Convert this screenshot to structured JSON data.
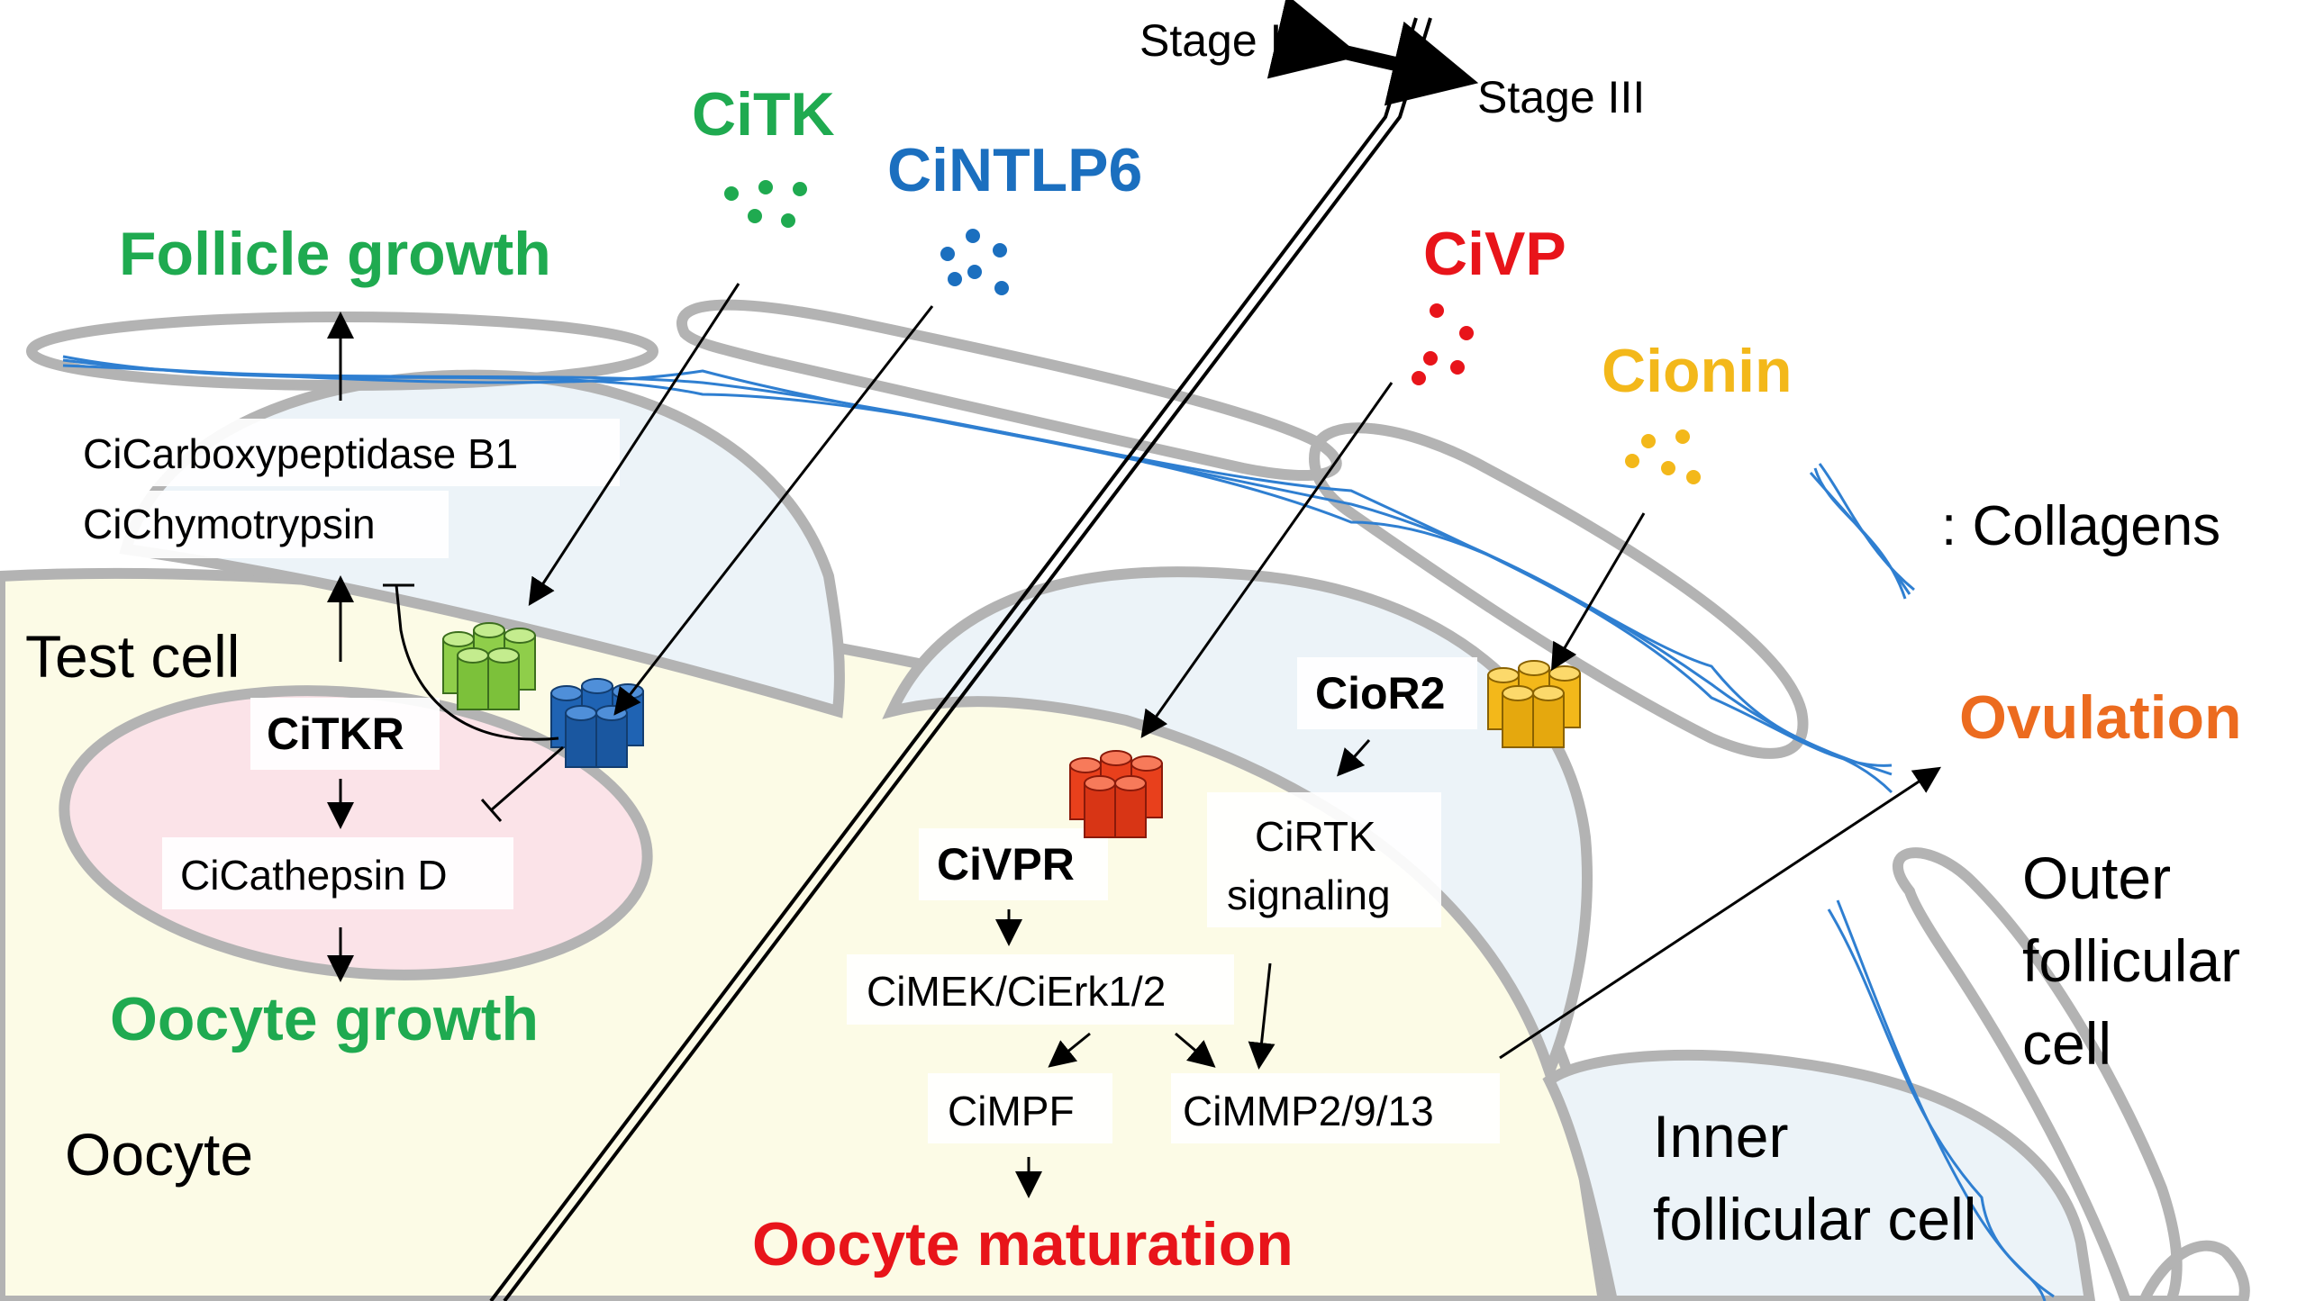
{
  "colors": {
    "green": "#1faa50",
    "blue": "#1b6fbf",
    "red": "#e8141a",
    "yellow": "#f3b81a",
    "orange": "#ec6b1f",
    "membrane": "#b3b3b3",
    "oocyte_fill": "#fcfbe6",
    "testcell_fill": "#fbe3e8",
    "follicular_fill": "#ecf3f8",
    "collagen": "#2f7fd1"
  },
  "stages": {
    "left": "Stage II",
    "right": "Stage III"
  },
  "ligands": {
    "citk": "CiTK",
    "cintlp6": "CiNTLP6",
    "civp": "CiVP",
    "cionin": "Cionin"
  },
  "legend": {
    "collagens": ": Collagens"
  },
  "outcomes": {
    "follicle_growth": "Follicle growth",
    "oocyte_growth": "Oocyte growth",
    "oocyte_maturation": "Oocyte maturation",
    "ovulation": "Ovulation"
  },
  "cells": {
    "test_cell": "Test cell",
    "oocyte": "Oocyte",
    "outer_follicular": [
      "Outer",
      "follicular",
      "cell"
    ],
    "inner_follicular": [
      "Inner",
      "follicular cell"
    ]
  },
  "receptors": {
    "citkr": "CiTKR",
    "civpr": "CiVPR",
    "cior2": "CioR2"
  },
  "molecules": {
    "carboxypeptidase": "CiCarboxypeptidase B1",
    "chymotrypsin": "CiChymotrypsin",
    "cathepsin": "CiCathepsin D",
    "mek_erk": "CiMEK/CiErk1/2",
    "mpf": "CiMPF",
    "mmp": "CiMMP2/9/13",
    "rtk": [
      "CiRTK",
      "signaling"
    ]
  }
}
